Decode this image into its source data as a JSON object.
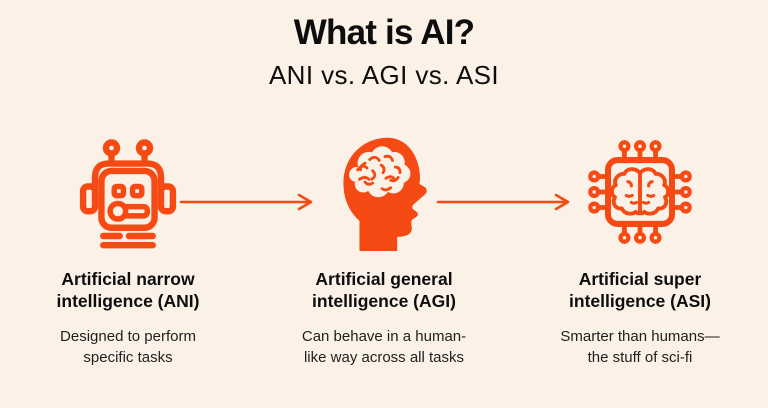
{
  "theme": {
    "bg": "#FCF1E6",
    "accent": "#F54A14",
    "title_color": "#0D0D0D",
    "text_color": "#1F1F1F"
  },
  "header": {
    "title": "What is AI?",
    "subtitle": "ANI vs. AGI vs. ASI"
  },
  "stages": [
    {
      "icon": "robot-icon",
      "name_line1": "Artificial narrow",
      "name_line2": "intelligence (ANI)",
      "desc_line1": "Designed to perform",
      "desc_line2": "specific tasks"
    },
    {
      "icon": "brain-head-icon",
      "name_line1": "Artificial general",
      "name_line2": "intelligence (AGI)",
      "desc_line1": "Can behave in a human-",
      "desc_line2": "like way across all tasks"
    },
    {
      "icon": "ai-chip-icon",
      "name_line1": "Artificial super",
      "name_line2": "intelligence (ASI)",
      "desc_line1": "Smarter than humans—",
      "desc_line2": "the stuff of sci-fi"
    }
  ]
}
